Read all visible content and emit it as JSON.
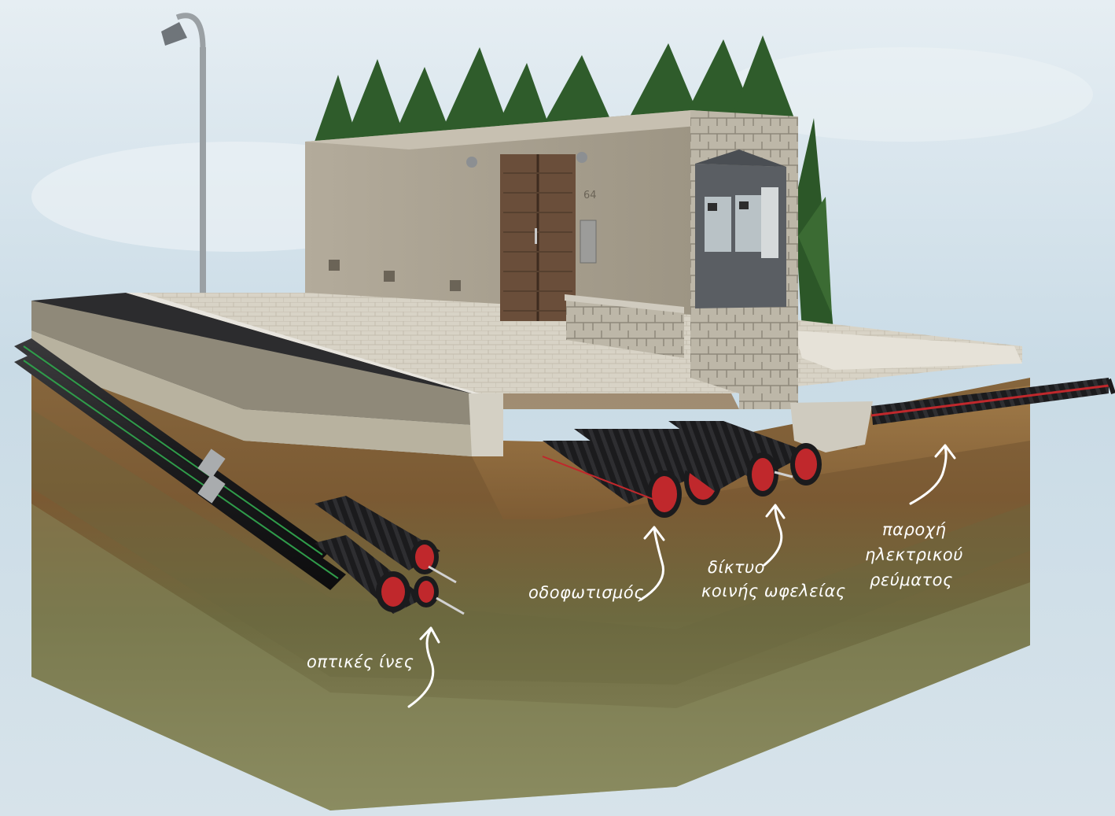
{
  "labels": {
    "optical_fibers": "οπτικές ίνες",
    "street_lighting": "οδοφωτισμός",
    "utility_network_line1": "δίκτυο",
    "utility_network_line2": "κοινής ωφελείας",
    "power_supply_line1": "παροχή",
    "power_supply_line2": "ηλεκτρικού",
    "power_supply_line3": "ρεύματος"
  },
  "house_number": "64",
  "colors": {
    "sky": "#dbe7ee",
    "soil": "#7a5a35",
    "asphalt": "#2b2b2d",
    "pavement": "#d9d4c8",
    "wall": "#a79f8f",
    "door": "#6a4e3a",
    "pipe_black": "#1c1c1e",
    "pipe_red": "#c0282c",
    "pipe_green_stripe": "#2f9c4a",
    "trees": "#2d5a2a"
  },
  "icons": {
    "arrows": "curved-arrow-icon"
  }
}
